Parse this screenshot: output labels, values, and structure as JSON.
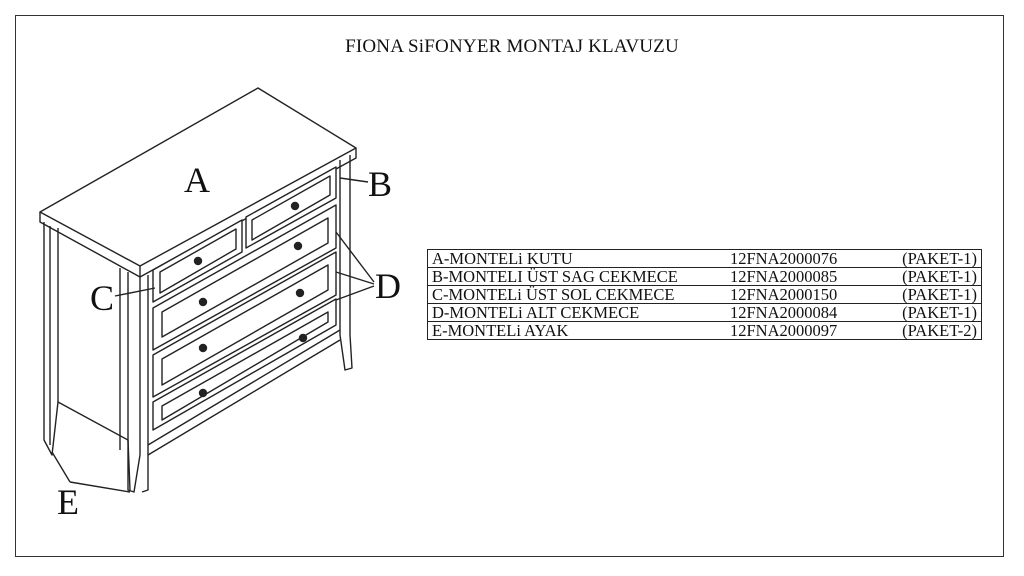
{
  "title": "FIONA  SiFONYER MONTAJ KLAVUZU",
  "labels": {
    "a": "A",
    "b": "B",
    "c": "C",
    "d": "D",
    "e": "E"
  },
  "parts": [
    {
      "name": "A-MONTELi KUTU",
      "code": "12FNA2000076",
      "package": "(PAKET-1)"
    },
    {
      "name": "B-MONTELI ÜST SAG CEKMECE",
      "code": "12FNA2000085",
      "package": "(PAKET-1)"
    },
    {
      "name": "C-MONTELi ÜST SOL CEKMECE",
      "code": "12FNA2000150",
      "package": "(PAKET-1)"
    },
    {
      "name": "D-MONTELi ALT CEKMECE",
      "code": "12FNA2000084",
      "package": "(PAKET-1)"
    },
    {
      "name": "E-MONTELi AYAK",
      "code": "12FNA2000097",
      "package": "(PAKET-2)"
    }
  ]
}
